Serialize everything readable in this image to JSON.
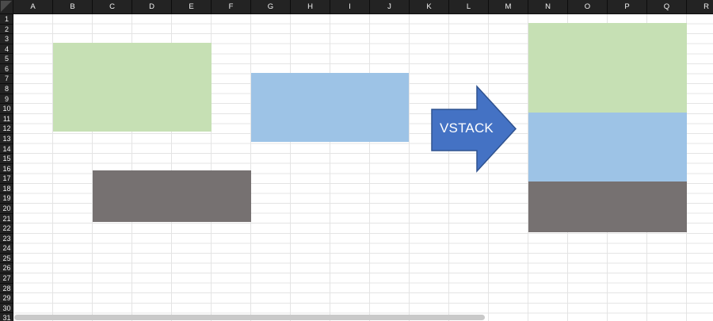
{
  "spreadsheet": {
    "column_headers": [
      "A",
      "B",
      "C",
      "D",
      "E",
      "F",
      "G",
      "H",
      "I",
      "J",
      "K",
      "L",
      "M",
      "N",
      "O",
      "P",
      "Q",
      "R"
    ],
    "row_headers": [
      "1",
      "2",
      "3",
      "4",
      "5",
      "6",
      "7",
      "8",
      "9",
      "10",
      "11",
      "12",
      "13",
      "14",
      "15",
      "16",
      "17",
      "18",
      "19",
      "20",
      "21",
      "22",
      "23",
      "24",
      "25",
      "26",
      "27",
      "28",
      "29",
      "30",
      "31"
    ]
  },
  "shapes": {
    "source_green": {
      "fill": "#c6e0b4"
    },
    "source_blue": {
      "fill": "#9dc3e6"
    },
    "source_gray": {
      "fill": "#767171"
    },
    "result_green": {
      "fill": "#c6e0b4"
    },
    "result_blue": {
      "fill": "#9dc3e6"
    },
    "result_gray": {
      "fill": "#767171"
    }
  },
  "arrow": {
    "label": "VSTACK",
    "fill": "#4472c4",
    "border": "#2f528f",
    "text_color": "#ffffff"
  },
  "chrome": {
    "header_bg": "#232323",
    "header_text": "#f1f1f1",
    "gridline": "#e4e4e4",
    "corner_triangle": "#4b4b4b",
    "scrollbar_thumb": "#c9c9c9"
  }
}
